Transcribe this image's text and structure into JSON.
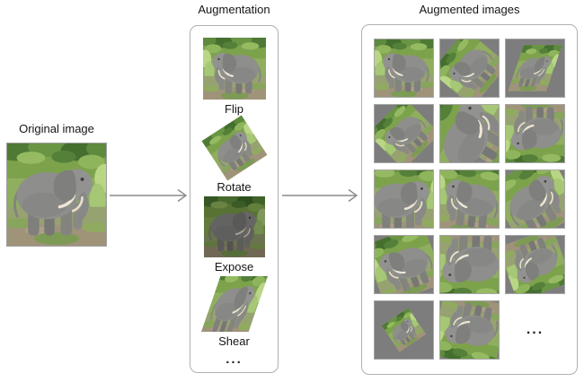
{
  "diagram": {
    "original": {
      "label": "Original image",
      "image": "elephant-photo"
    },
    "augmentation": {
      "title": "Augmentation",
      "steps": [
        {
          "label": "Flip",
          "transform": "flip"
        },
        {
          "label": "Rotate",
          "transform": "rotate"
        },
        {
          "label": "Expose",
          "transform": "expose"
        },
        {
          "label": "Shear",
          "transform": "shear"
        }
      ],
      "more": "..."
    },
    "augmented": {
      "title": "Augmented images",
      "cells": [
        {
          "transform": "flip"
        },
        {
          "transform": "flip-rotate-50"
        },
        {
          "transform": "shear"
        },
        {
          "transform": "flip-rotate-45"
        },
        {
          "transform": "rotate-60-zoom"
        },
        {
          "transform": "rotate-180"
        },
        {
          "transform": "zoom"
        },
        {
          "transform": "flip-rotate-8-zoom"
        },
        {
          "transform": "rotate-30-zoom"
        },
        {
          "transform": "flip-rotate-20"
        },
        {
          "transform": "rotate-183-zoom"
        },
        {
          "transform": "rotate-160"
        },
        {
          "transform": "rotate-34-small"
        },
        {
          "transform": "rotate-192-zoom"
        },
        {
          "ellipsis": true,
          "label": "..."
        }
      ]
    },
    "colors": {
      "panel_border": "#b0b0b0",
      "cell_border": "#a6a6a6",
      "cell_background": "#7d7d7d",
      "arrow": "#8c8c8c",
      "text": "#111111",
      "elephant_gray": "#8e8e8c",
      "grass_green": "#8fae5e"
    }
  }
}
